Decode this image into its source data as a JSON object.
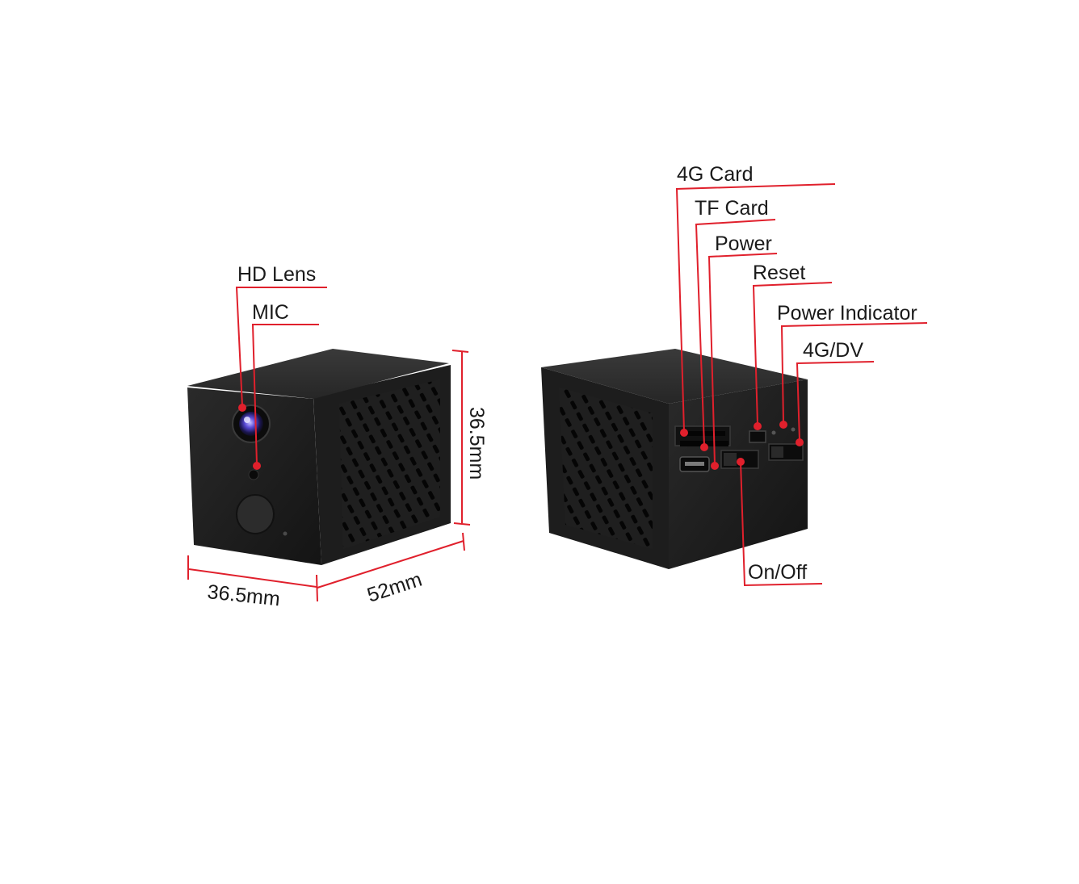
{
  "colors": {
    "accent": "#e0202c",
    "body": "#1c1c1c",
    "background": "#ffffff"
  },
  "front_camera": {
    "labels": {
      "hd_lens": "HD Lens",
      "mic": "MIC"
    },
    "dimensions": {
      "width": "36.5mm",
      "depth": "52mm",
      "height": "36.5mm"
    }
  },
  "back_camera": {
    "labels": {
      "card_4g": "4G Card",
      "tf_card": "TF Card",
      "power": "Power",
      "reset": "Reset",
      "power_indicator": "Power Indicator",
      "mode_4g_dv": "4G/DV",
      "on_off": "On/Off"
    }
  }
}
